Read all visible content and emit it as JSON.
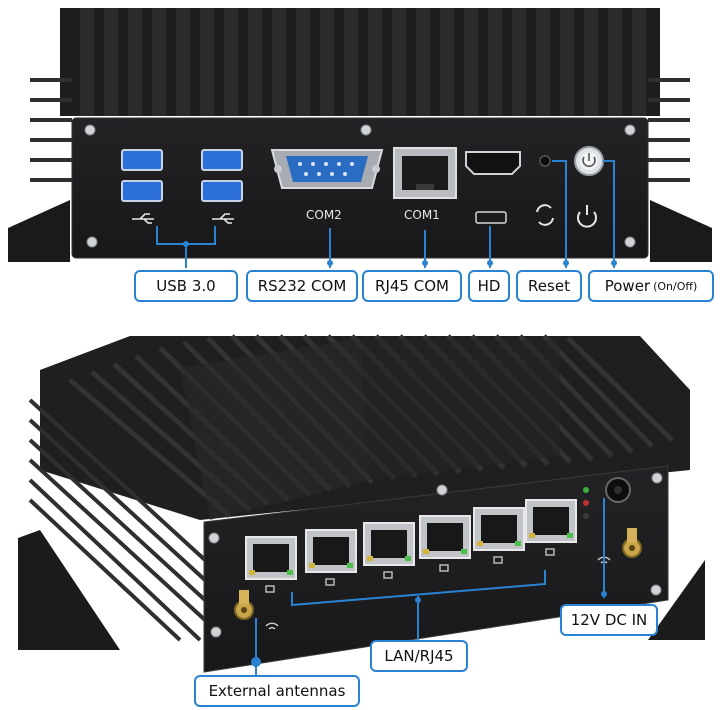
{
  "front_labels": {
    "usb": "USB 3.0",
    "com_rs232": "RS232 COM",
    "rj45_com": "RJ45 COM",
    "hd": "HD",
    "reset": "Reset",
    "power": "Power",
    "power_sub": "(On/Off)"
  },
  "panel_text": {
    "com2": "COM2",
    "com1": "COM1"
  },
  "back_labels": {
    "lan": "LAN/RJ45",
    "dc_in": "12V DC IN",
    "antennas": "External antennas"
  },
  "colors": {
    "callout_blue": "#2a82d2",
    "chassis": "#1c1c1e",
    "usb_blue": "#2d6fd8"
  }
}
